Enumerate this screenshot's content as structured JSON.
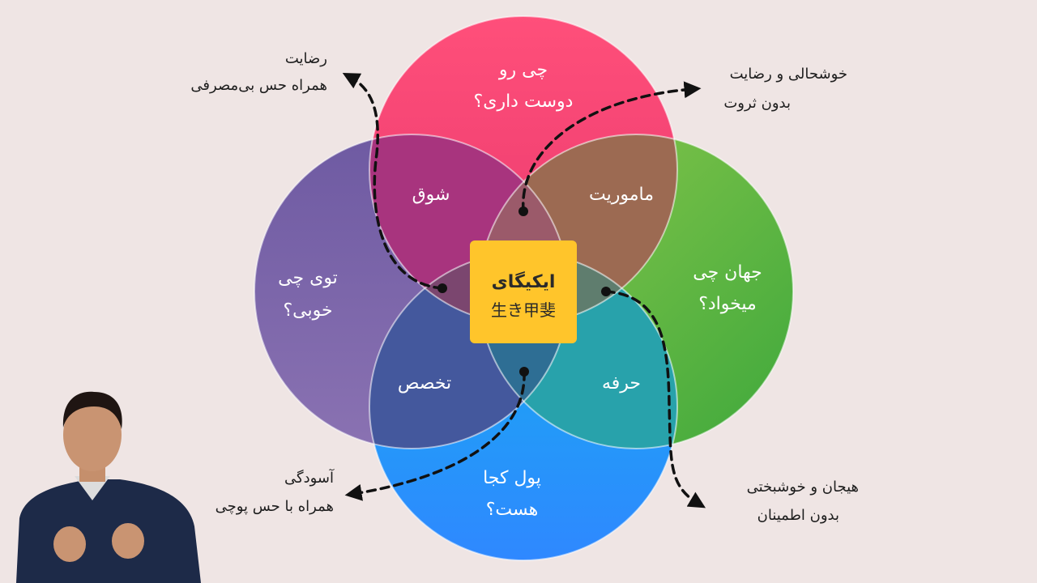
{
  "diagram": {
    "circles": {
      "love": {
        "line1": "چی رو",
        "line2": "دوست داری؟",
        "color_top": "#ff4f7a",
        "color_bottom": "#e8386d"
      },
      "good": {
        "line1": "توی چی",
        "line2": "خوبی؟",
        "color_top": "#6e5aa2",
        "color_bottom": "#8a6fb0"
      },
      "world": {
        "line1": "جهان چی",
        "line2": "میخواد؟",
        "color_top": "#8cc84b",
        "color_bottom": "#3ea83c"
      },
      "paid": {
        "line1": "پول کجا",
        "line2": "هست؟",
        "color_top": "#1aa7f0",
        "color_bottom": "#2d8fff"
      }
    },
    "overlaps": {
      "passion": "شوق",
      "mission": "ماموریت",
      "profession": "تخصص",
      "vocation": "حرفه"
    },
    "center": {
      "title": "ایکیگای",
      "subtitle": "生き甲斐",
      "color": "#ffc52b"
    },
    "annotations": {
      "top_left": {
        "line1": "رضایت",
        "line2": "همراه حس بی‌مصرفی"
      },
      "top_right": {
        "line1": "خوشحالی و رضایت",
        "line2": "بدون ثروت"
      },
      "bottom_left": {
        "line1": "آسودگی",
        "line2": "همراه با حس پوچی"
      },
      "bottom_right": {
        "line1": "هیجان و خوشبختی",
        "line2": "بدون اطمینان"
      }
    }
  },
  "presenter": {
    "icon": "presenter-avatar"
  }
}
